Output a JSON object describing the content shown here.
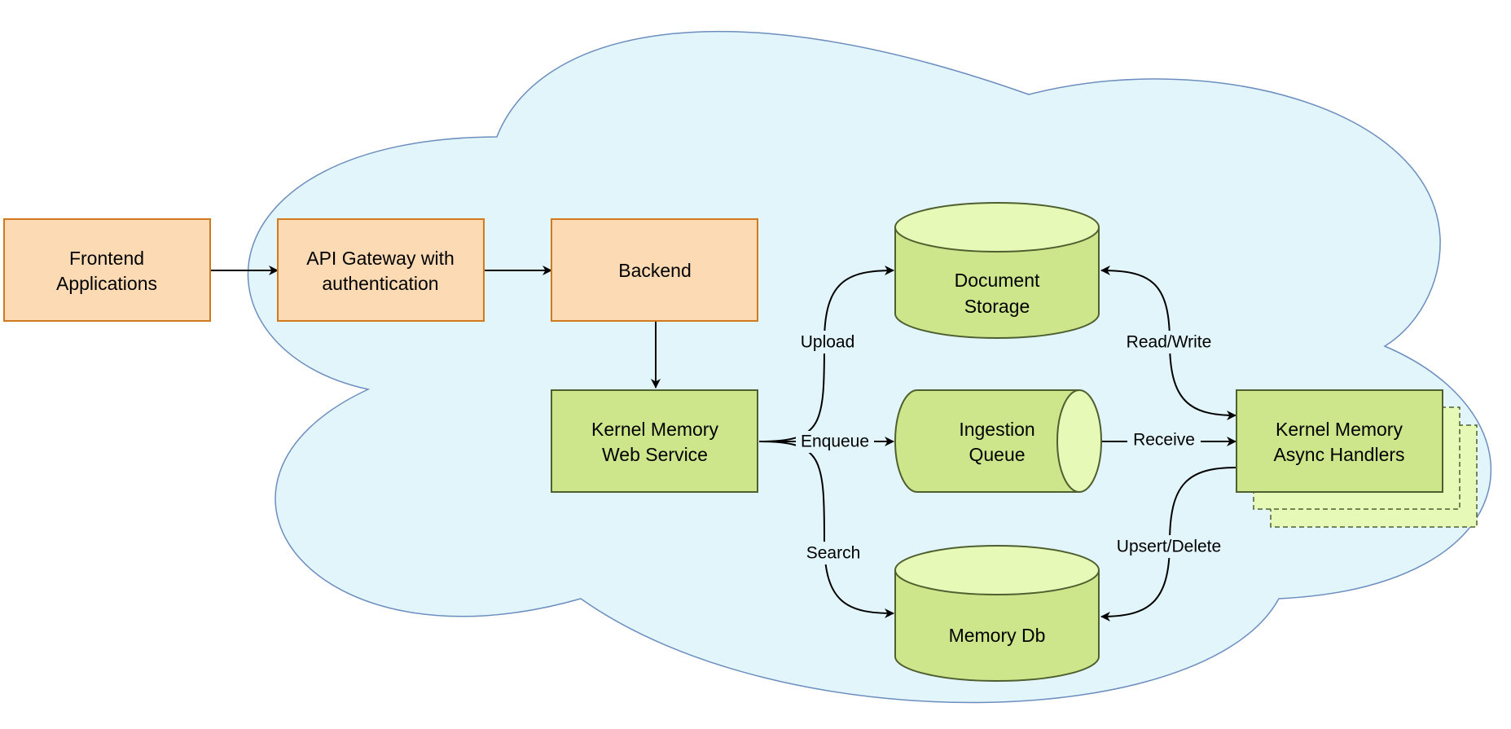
{
  "nodes": {
    "frontend": {
      "line1": "Frontend",
      "line2": "Applications"
    },
    "api_gateway": {
      "line1": "API Gateway with",
      "line2": "authentication"
    },
    "backend": {
      "label": "Backend"
    },
    "km_web_service": {
      "line1": "Kernel Memory",
      "line2": "Web Service"
    },
    "document_storage": {
      "line1": "Document",
      "line2": "Storage"
    },
    "ingestion_queue": {
      "line1": "Ingestion",
      "line2": "Queue"
    },
    "memory_db": {
      "label": "Memory Db"
    },
    "km_async_handlers": {
      "line1": "Kernel Memory",
      "line2": "Async Handlers"
    }
  },
  "edges": {
    "upload": "Upload",
    "enqueue": "Enqueue",
    "search": "Search",
    "read_write": "Read/Write",
    "receive": "Receive",
    "upsert_delete": "Upsert/Delete"
  },
  "colors": {
    "cloud_fill": "#e1f5fb",
    "cloud_stroke": "#6c8ebf",
    "orange_fill": "#fcdab3",
    "orange_stroke": "#d0791e",
    "green_fill": "#cde68b",
    "green_stroke": "#4f5f2f",
    "green_top_fill": "#e6f9b6"
  }
}
